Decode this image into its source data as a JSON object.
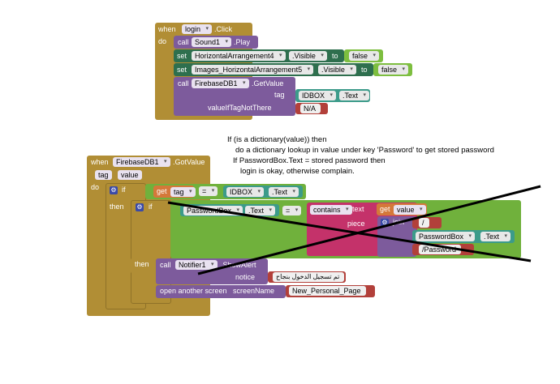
{
  "login_block": {
    "when": "when",
    "component": "login",
    "event": ".Click",
    "do": "do",
    "call_sound": {
      "call": "call",
      "component": "Sound1",
      "method": ".Play"
    },
    "set1": {
      "set": "set",
      "component": "HorizontalArrangement4",
      "prop": ".Visible",
      "to": "to",
      "value": "false"
    },
    "set2": {
      "set": "set",
      "component": "Images_HorizontalArrangement5",
      "prop": ".Visible",
      "to": "to",
      "value": "false"
    },
    "call_fb": {
      "call": "call",
      "component": "FirebaseDB1",
      "method": ".GetValue",
      "tag_label": "tag",
      "tag_component": "IDBOX",
      "tag_prop": ".Text",
      "value_label": "valueIfTagNotThere",
      "value": "N/A"
    }
  },
  "note": {
    "lines": [
      "If (is a dictionary(value)) then",
      "do a dictionary lookup in value under key 'Password' to get stored password",
      "If PasswordBox.Text = stored password then",
      "login is okay, otherwise complain."
    ]
  },
  "got_block": {
    "when": "when",
    "component": "FirebaseDB1",
    "event": ".GotValue",
    "param_tag": "tag",
    "param_value": "value",
    "do": "do",
    "if1": "if",
    "get_tag": "get",
    "tag_var": "tag",
    "eq1": "=",
    "idbox": "IDBOX",
    "idbox_prop": ".Text",
    "then1": "then",
    "if2": "if",
    "pwbox": "PasswordBox",
    "pwbox_prop": ".Text",
    "eq2": "=",
    "contains": "contains",
    "text_label": "text",
    "get_value": "get",
    "value_var": "value",
    "piece": "piece",
    "join": "join",
    "slash": "/",
    "pwbox2": "PasswordBox",
    "pwbox2_prop": ".Text",
    "password_str": "/Password",
    "then2": "then",
    "call": "call",
    "notifier": "Notifier1",
    "show_alert": ".ShowAlert",
    "notice": "notice",
    "notice_text": "تم تسجيل الدخول بنجاح",
    "open_screen": "open another screen",
    "screen_name_label": "screenName",
    "screen_name": "New_Personal_Page"
  }
}
